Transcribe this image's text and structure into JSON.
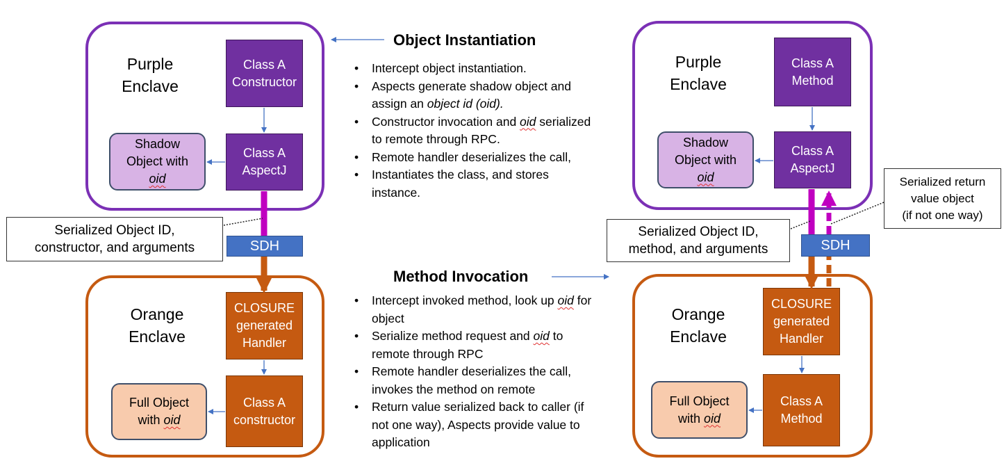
{
  "object_instantiation": {
    "heading": "Object Instantiation",
    "bullets": [
      {
        "a": "Intercept object instantiation.",
        "em": "",
        "b": ""
      },
      {
        "a": "Aspects generate shadow object and assign an ",
        "em": "object id (oid).",
        "b": ""
      },
      {
        "a": "Constructor invocation and ",
        "em": "oid",
        "b": " serialized to remote through RPC."
      },
      {
        "a": "Remote handler deserializes the call,",
        "em": "",
        "b": ""
      },
      {
        "a": "Instantiates the class, and stores instance.",
        "em": "",
        "b": ""
      }
    ]
  },
  "method_invocation": {
    "heading": "Method Invocation",
    "bullets": [
      {
        "a": "Intercept invoked method, look up ",
        "em": "oid",
        "b": " for object"
      },
      {
        "a": "Serialize method request and ",
        "em": "oid",
        "b": " to remote through RPC"
      },
      {
        "a": "Remote handler deserializes the call, invokes the method on remote",
        "em": "",
        "b": ""
      },
      {
        "a": "Return value serialized back to caller (if not one way), Aspects provide value to application",
        "em": "",
        "b": ""
      }
    ]
  },
  "left": {
    "purple_label": "Purple\nEnclave",
    "class_a_constructor": "Class A\nConstructor",
    "class_a_aspectj": "Class A\nAspectJ",
    "shadow_text": "Shadow\nObject with",
    "shadow_oid": "oid",
    "callout": "Serialized Object ID,\nconstructor, and arguments",
    "sdh": "SDH",
    "orange_label": "Orange\nEnclave",
    "closure_handler": "CLOSURE\ngenerated\nHandler",
    "class_a_constructor_remote": "Class A\nconstructor",
    "full_text": "Full Object",
    "full_with": "with ",
    "full_oid": "oid"
  },
  "right": {
    "purple_label": "Purple\nEnclave",
    "class_a_method": "Class A\nMethod",
    "class_a_aspectj": "Class A\nAspectJ",
    "shadow_text": "Shadow\nObject with",
    "shadow_oid": "oid",
    "callout": "Serialized Object ID,\nmethod, and arguments",
    "return_callout": "Serialized return\nvalue object\n(if not one way)",
    "sdh": "SDH",
    "orange_label": "Orange\nEnclave",
    "closure_handler": "CLOSURE\ngenerated\nHandler",
    "class_a_method_remote": "Class A\nMethod",
    "full_text": "Full Object",
    "full_with": "with ",
    "full_oid": "oid"
  },
  "colors": {
    "purple": "#7030a0",
    "purple_border": "#7b30b5",
    "magenta": "#c000c0",
    "orange": "#c55a11",
    "lilac": "#d8b3e5",
    "peach": "#f8cbad",
    "sdh_blue": "#4472c4",
    "connector_blue": "#4472c4"
  }
}
